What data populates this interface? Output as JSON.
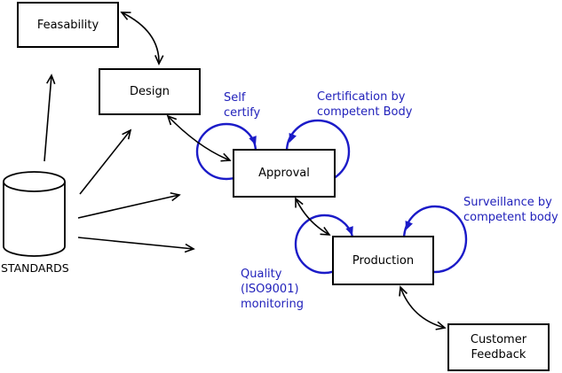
{
  "diagram": {
    "nodes": {
      "feasability": {
        "label": "Feasability"
      },
      "design": {
        "label": "Design"
      },
      "approval": {
        "label": "Approval"
      },
      "production": {
        "label": "Production"
      },
      "customer_feedback": {
        "label": "Customer\nFeedback"
      },
      "standards": {
        "label": "STANDARDS",
        "shape": "cylinder-database"
      }
    },
    "annotations": {
      "self_certify": {
        "text": "Self\ncertify"
      },
      "certification": {
        "text": "Certification by\ncompetent Body"
      },
      "surveillance": {
        "text": "Surveillance by\ncompetent body"
      },
      "quality": {
        "text": "Quality\n(ISO9001)\nmonitoring"
      }
    },
    "colors": {
      "annotation_blue": "#2222bb",
      "loop_blue": "#1b1bc8",
      "line_black": "#000000",
      "node_fill": "#ffffff"
    }
  }
}
